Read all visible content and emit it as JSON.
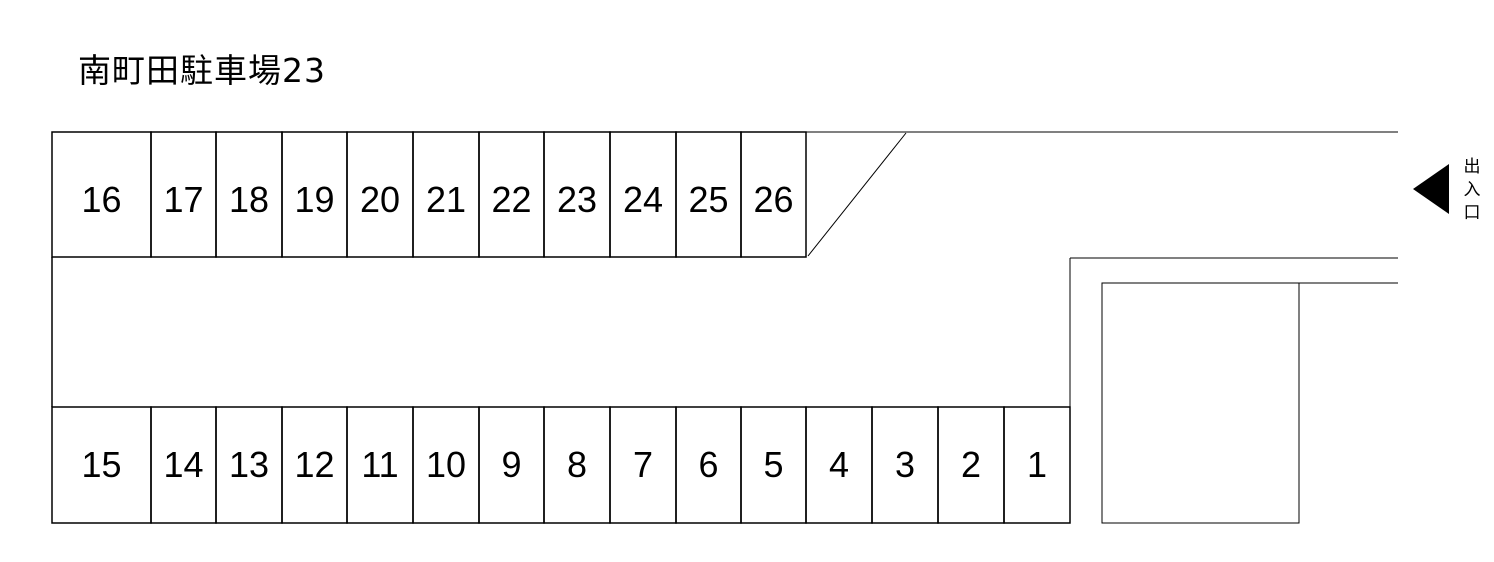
{
  "title": "南町田駐車場23",
  "entrance": {
    "label_chars": [
      "出",
      "入",
      "口"
    ],
    "arrow_icon": "left-triangle-icon"
  },
  "stalls": {
    "top_row": [
      "16",
      "17",
      "18",
      "19",
      "20",
      "21",
      "22",
      "23",
      "24",
      "25",
      "26"
    ],
    "bottom_row": [
      "15",
      "14",
      "13",
      "12",
      "11",
      "10",
      "9",
      "8",
      "7",
      "6",
      "5",
      "4",
      "3",
      "2",
      "1"
    ]
  },
  "colors": {
    "line": "#000000",
    "background": "#ffffff"
  }
}
